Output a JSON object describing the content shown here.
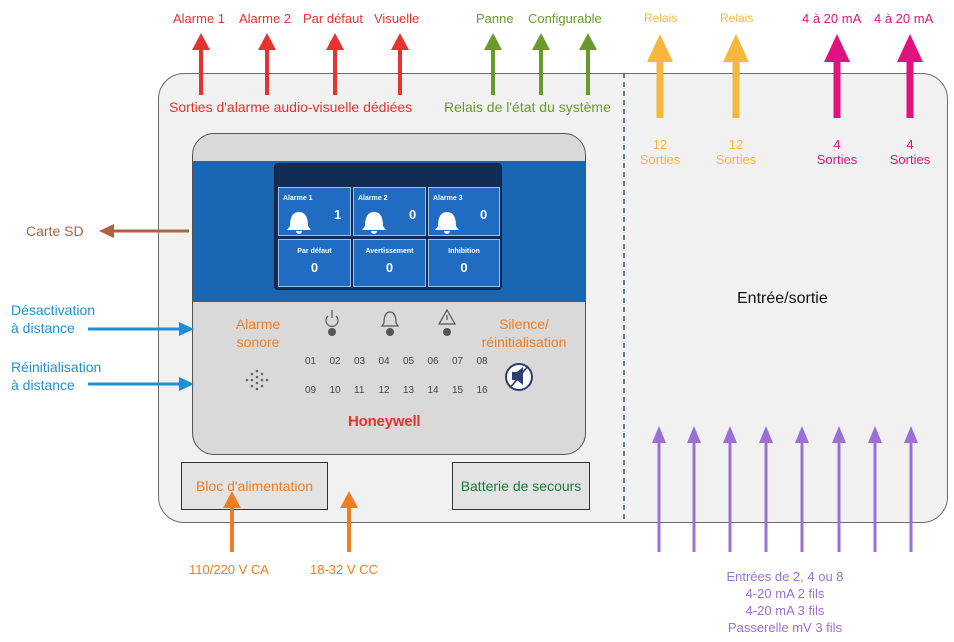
{
  "top_outputs": {
    "alarm1": "Alarme 1",
    "alarm2": "Alarme 2",
    "default": "Par défaut",
    "visual": "Visuelle",
    "fault": "Panne",
    "configurable": "Configurable",
    "relay1": "Relais",
    "relay2": "Relais",
    "ma1": "4 à 20 mA",
    "ma2": "4 à 20 mA"
  },
  "group_labels": {
    "audio_visual": "Sorties d'alarme audio-visuelle dédiées",
    "system_relay": "Relais de l'état du système"
  },
  "output_counts": [
    {
      "number": "12",
      "label": "Sorties"
    },
    {
      "number": "12",
      "label": "Sorties"
    },
    {
      "number": "4",
      "label": "Sorties"
    },
    {
      "number": "4",
      "label": "Sorties"
    }
  ],
  "io_label": "Entrée/sortie",
  "left_signals": {
    "sd_card": "Carte SD",
    "remote_disable_1": "Désactivation",
    "remote_disable_2": "à distance",
    "remote_reset_1": "Réinitialisation",
    "remote_reset_2": "à distance"
  },
  "screen": {
    "tiles_top": [
      {
        "name": "Alarme 1",
        "value": "1"
      },
      {
        "name": "Alarme 2",
        "value": "0"
      },
      {
        "name": "Alarme 3",
        "value": "0"
      }
    ],
    "tiles_bottom": [
      {
        "name": "Par défaut",
        "value": "0"
      },
      {
        "name": "Avertissement",
        "value": "0"
      },
      {
        "name": "Inhibition",
        "value": "0"
      }
    ]
  },
  "panel": {
    "sounder_1": "Alarme",
    "sounder_2": "sonore",
    "silence_1": "Silence/",
    "silence_2": "réinitialisation",
    "led_row1": [
      "01",
      "02",
      "03",
      "04",
      "05",
      "06",
      "07",
      "08"
    ],
    "led_row2": [
      "09",
      "10",
      "11",
      "12",
      "13",
      "14",
      "15",
      "16"
    ],
    "brand": "Honeywell"
  },
  "power": {
    "supply": "Bloc d'alimentation",
    "battery": "Batterie de secours",
    "ac": "110/220 V CA",
    "dc": "18-32 V CC"
  },
  "inputs": {
    "line1": "Entrées de 2, 4 ou 8",
    "line2": "4-20 mA 2 fils",
    "line3": "4-20 mA 3 fils",
    "line4": "Passerelle mV 3 fils"
  },
  "colors": {
    "alarm_outputs": "#e8322f",
    "system_relays": "#6a9a2e",
    "relay_outputs": "#f6b73c",
    "analog_outputs": "#e2117f",
    "inputs": "#9b6fd6",
    "power": "#ef7d22",
    "remote": "#1d8fd6",
    "sd_card": "#b0623e",
    "panel_band": "#1967b3"
  }
}
